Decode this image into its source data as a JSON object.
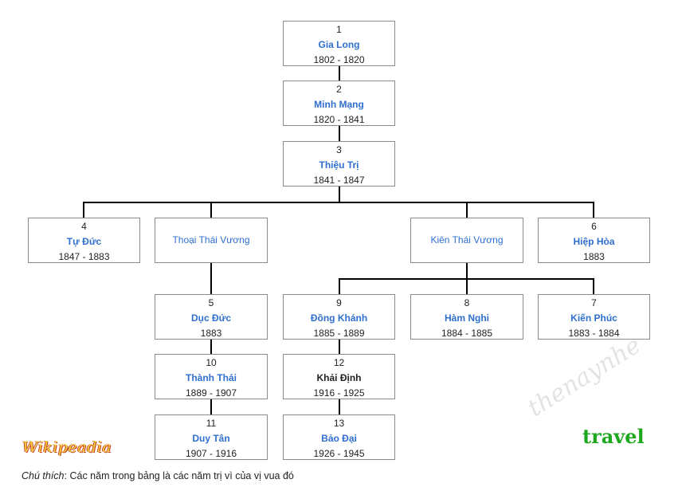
{
  "nodes": {
    "gia_long": {
      "num": "1",
      "name": "Gia Long",
      "years": "1802 - 1820"
    },
    "minh_mang": {
      "num": "2",
      "name": "Minh Mạng",
      "years": "1820 - 1841"
    },
    "thieu_tri": {
      "num": "3",
      "name": "Thiệu Trị",
      "years": "1841 - 1847"
    },
    "tu_duc": {
      "num": "4",
      "name": "Tự Đức",
      "years": "1847 - 1883"
    },
    "thoai_thai_vuong": {
      "name": "Thoại Thái Vương"
    },
    "kien_thai_vuong": {
      "name": "Kiên Thái Vương"
    },
    "hiep_hoa": {
      "num": "6",
      "name": "Hiệp Hòa",
      "years": "1883"
    },
    "duc_duc": {
      "num": "5",
      "name": "Dục Đức",
      "years": "1883"
    },
    "dong_khanh": {
      "num": "9",
      "name": "Đồng Khánh",
      "years": "1885 - 1889"
    },
    "ham_nghi": {
      "num": "8",
      "name": "Hàm Nghi",
      "years": "1884 - 1885"
    },
    "kien_phuc": {
      "num": "7",
      "name": "Kiến Phúc",
      "years": "1883 - 1884"
    },
    "thanh_thai": {
      "num": "10",
      "name": "Thành Thái",
      "years": "1889 - 1907"
    },
    "khai_dinh": {
      "num": "12",
      "name": "Khải Định",
      "years": "1916 - 1925"
    },
    "duy_tan": {
      "num": "11",
      "name": "Duy Tân",
      "years": "1907 - 1916"
    },
    "bao_dai": {
      "num": "13",
      "name": "Bảo Đại",
      "years": "1926 - 1945"
    }
  },
  "watermarks": {
    "wikipedia": "Wikipeadia",
    "site": "thenaynhe",
    "travel": "travel"
  },
  "footnote": {
    "label": "Chú thích",
    "text": ": Các năm trong bảng là các năm trị vì của vị vua đó"
  },
  "colors": {
    "link": "#2f6fcf",
    "border": "#8a8a8a",
    "connector": "#000000",
    "travel": "#1ea81e",
    "wiki_fill": "#f6d23a",
    "wiki_outline": "#c8402a"
  }
}
